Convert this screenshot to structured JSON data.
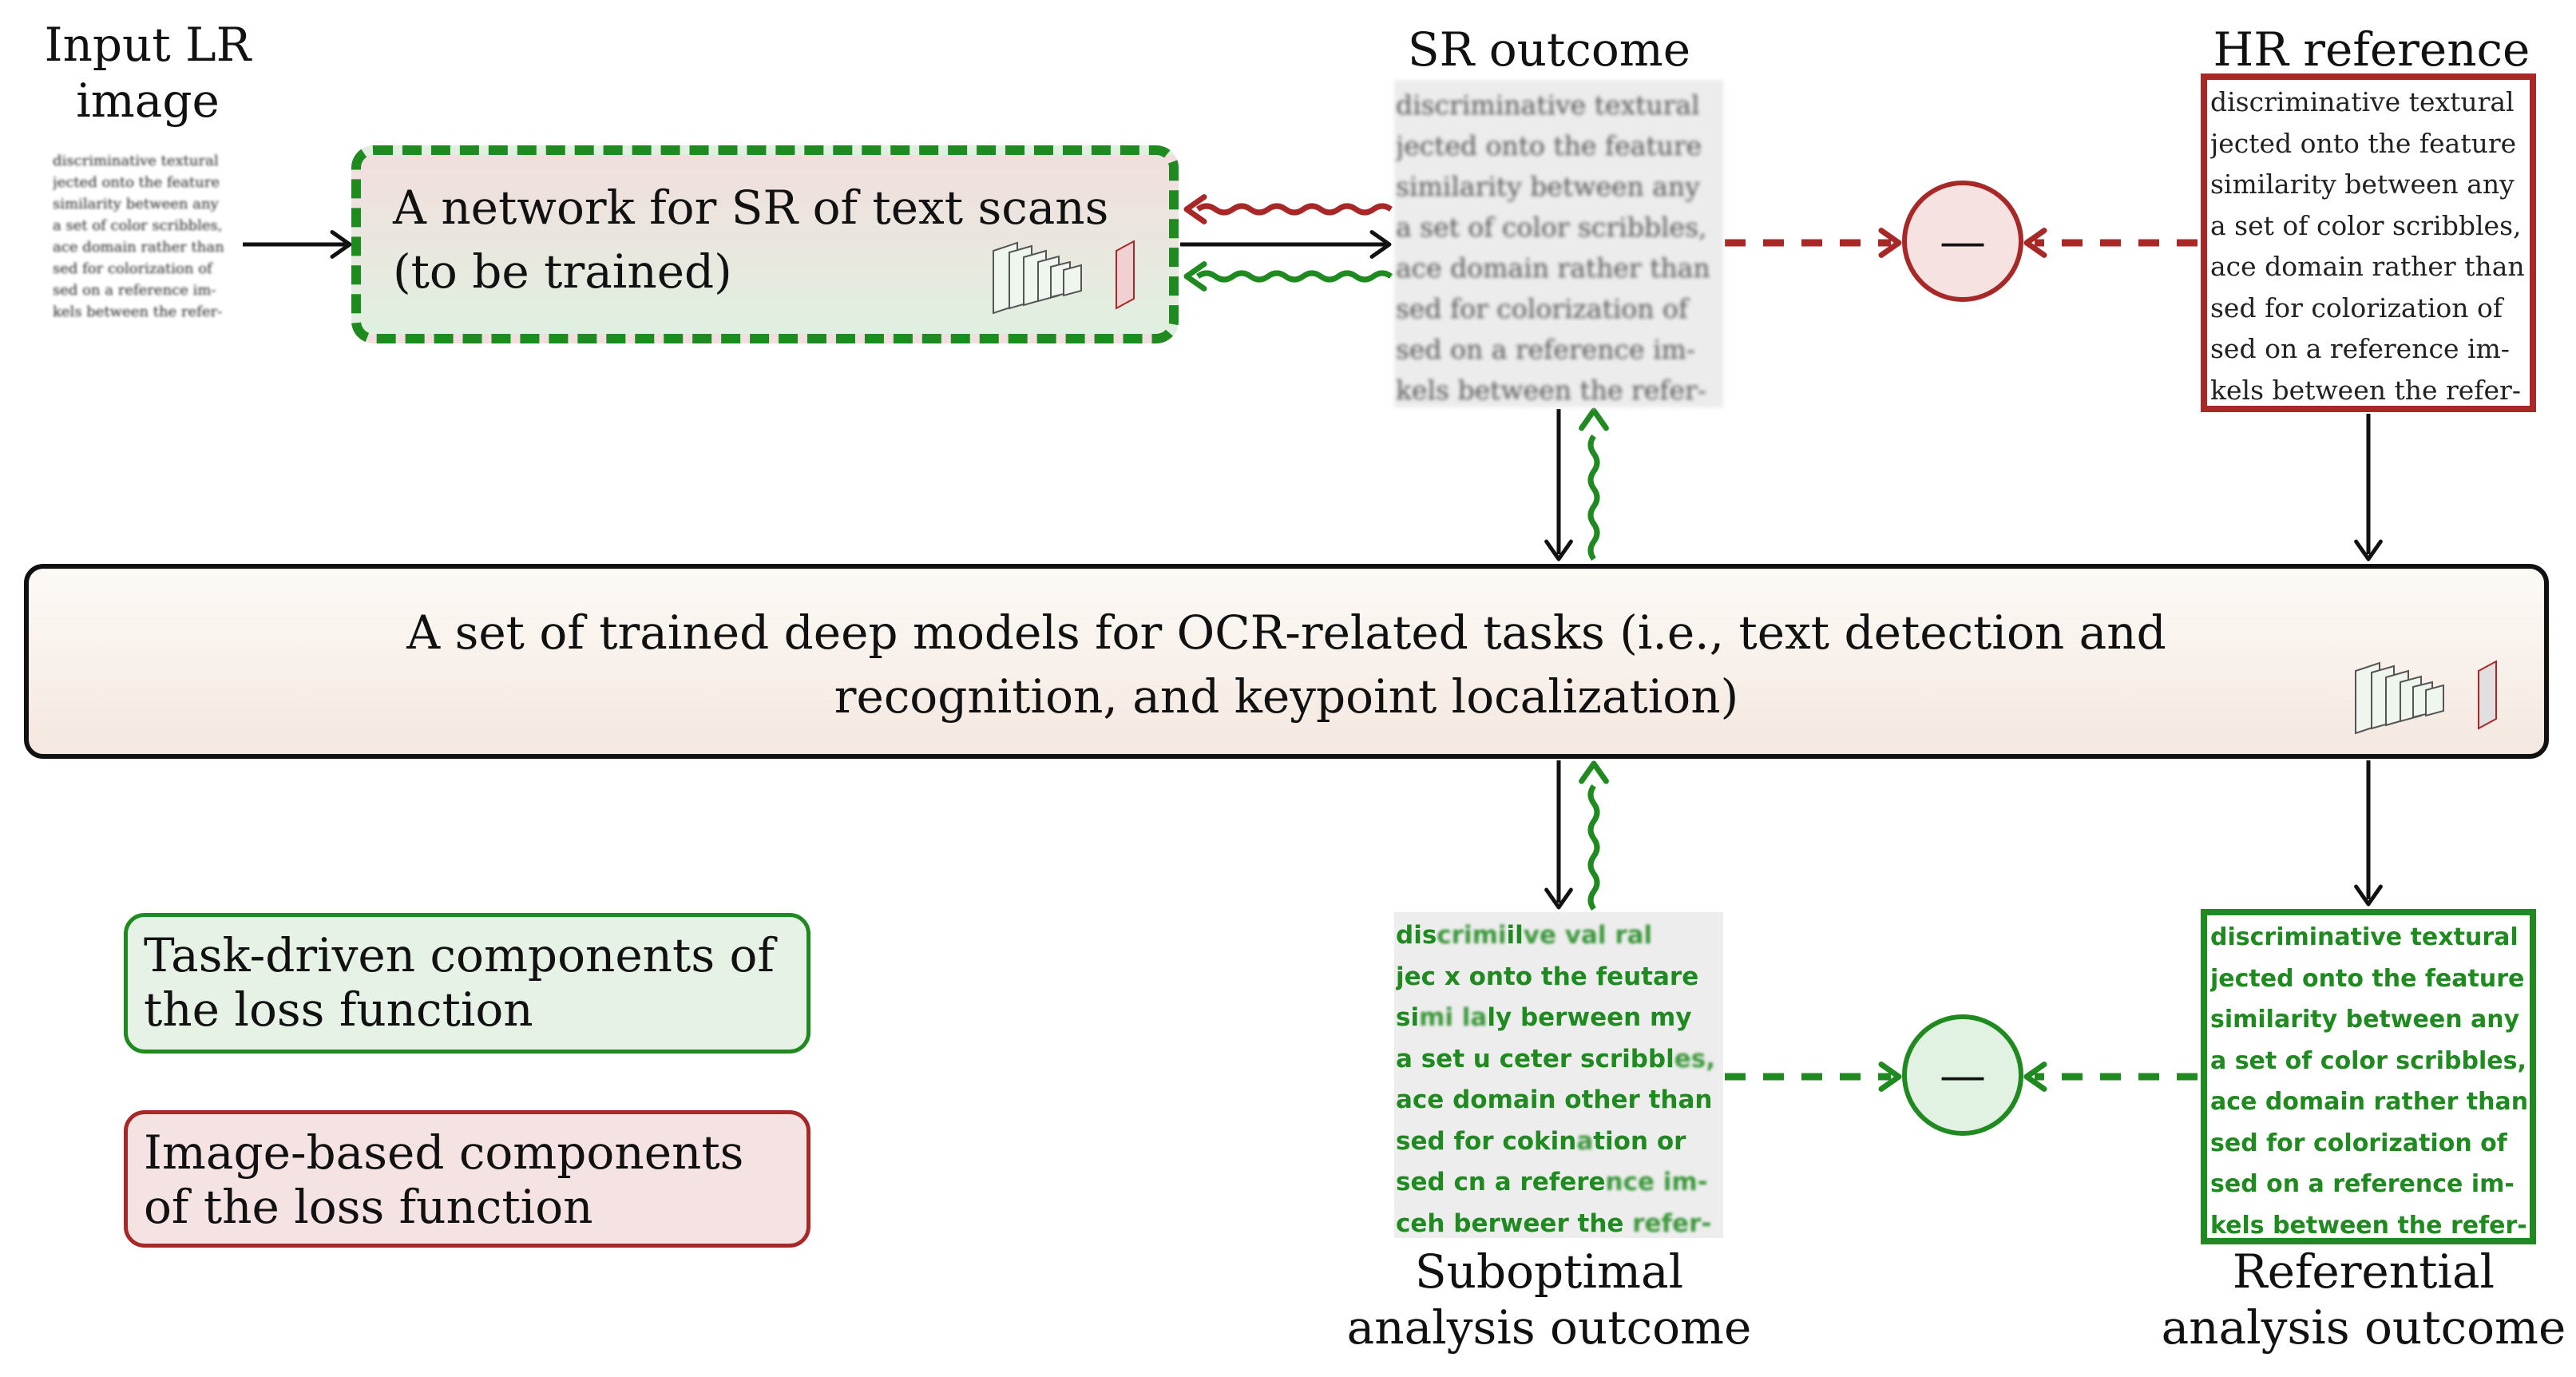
{
  "labels": {
    "input_lr": "Input LR image",
    "sr_outcome": "SR outcome",
    "hr_reference": "HR reference",
    "suboptimal": "Suboptimal analysis outcome",
    "referential": "Referential analysis outcome"
  },
  "network_box": {
    "line1": "A network for SR of text scans",
    "line2": "(to be trained)"
  },
  "ocr_box": {
    "line1": "A set of trained deep models for OCR-related tasks (i.e., text detection and",
    "line2": "recognition, and keypoint localization)"
  },
  "legend": {
    "task_line1": "Task-driven components of",
    "task_line2": "the loss function",
    "image_line1": "Image-based components",
    "image_line2": "of the loss function"
  },
  "operators": {
    "minus": "—"
  },
  "scan_text": [
    "discriminative textural",
    "jected onto the feature",
    "similarity between any",
    "a set of color scribbles,",
    "ace domain rather than",
    "sed for colorization of",
    "sed on a reference im-",
    "kels between the refer-"
  ],
  "suboptimal_text": [
    {
      "clear": "dis",
      "fuzzy": "crimi",
      "clear2": "il",
      "tail": "ve  val ral"
    },
    {
      "clear": "jec  x  onto the feutare",
      "fuzzy": "",
      "clear2": "",
      "tail": ""
    },
    {
      "clear": "si",
      "fuzzy": "mi  la",
      "clear2": "ly berween my",
      "tail": ""
    },
    {
      "clear": "a set u ceter  scribbl",
      "fuzzy": "es,",
      "clear2": "",
      "tail": ""
    },
    {
      "clear": "ace domain other than",
      "fuzzy": "",
      "clear2": "",
      "tail": ""
    },
    {
      "clear": "sed for cokin",
      "fuzzy": "a",
      "clear2": "tion or",
      "tail": ""
    },
    {
      "clear": "sed cn a refere",
      "fuzzy": "nce im-",
      "clear2": "",
      "tail": ""
    },
    {
      "clear": "ceh berweer the",
      "fuzzy": " refer-",
      "clear2": "",
      "tail": ""
    }
  ],
  "colors": {
    "green": "#1f8a1f",
    "red": "#a82828",
    "black": "#111111"
  }
}
